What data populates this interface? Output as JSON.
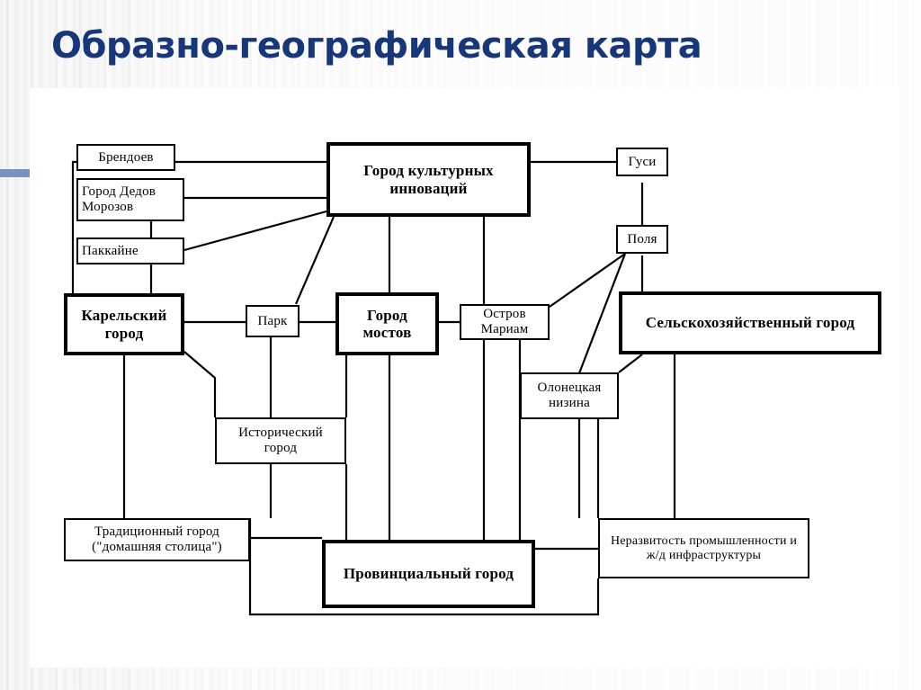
{
  "slide": {
    "title": "Образно-географическая карта",
    "title_color": "#17377a",
    "accent_color": "#7893c0"
  },
  "diagram": {
    "type": "node-link concept map",
    "nodes": [
      {
        "id": "brendoev",
        "label": "Брендоев",
        "emphasis": "normal"
      },
      {
        "id": "ded-moroz-city",
        "label": "Город Дедов Морозов",
        "emphasis": "normal"
      },
      {
        "id": "pakkaine",
        "label": "Паккайне",
        "emphasis": "normal"
      },
      {
        "id": "cultural-city",
        "label": "Город культурных инноваций",
        "emphasis": "strong"
      },
      {
        "id": "geese",
        "label": "Гуси",
        "emphasis": "normal"
      },
      {
        "id": "fields",
        "label": "Поля",
        "emphasis": "normal"
      },
      {
        "id": "karelian-city",
        "label": "Карельский город",
        "emphasis": "strong"
      },
      {
        "id": "park",
        "label": "Парк",
        "emphasis": "normal"
      },
      {
        "id": "bridges-city",
        "label": "Город мостов",
        "emphasis": "strong"
      },
      {
        "id": "mariam-island",
        "label": "Остров Мариам",
        "emphasis": "normal"
      },
      {
        "id": "agricultural-city",
        "label": "Сельскохозяйственный город",
        "emphasis": "strong"
      },
      {
        "id": "olonets-lowland",
        "label": "Олонецкая низина",
        "emphasis": "normal"
      },
      {
        "id": "historic-city",
        "label": "Исторический город",
        "emphasis": "normal"
      },
      {
        "id": "traditional-city",
        "label": "Традиционный город (\"домашняя столица\")",
        "emphasis": "normal"
      },
      {
        "id": "provincial-city",
        "label": "Провинциальный город",
        "emphasis": "strong"
      },
      {
        "id": "underdevelopment",
        "label": "Неразвитость промышленности и ж/д инфраструктуры",
        "emphasis": "normal"
      }
    ],
    "edges": [
      {
        "from": "brendoev",
        "to": "cultural-city"
      },
      {
        "from": "ded-moroz-city",
        "to": "cultural-city"
      },
      {
        "from": "ded-moroz-city",
        "to": "pakkaine"
      },
      {
        "from": "pakkaine",
        "to": "cultural-city"
      },
      {
        "from": "brendoev",
        "to": "karelian-city"
      },
      {
        "from": "pakkaine",
        "to": "karelian-city"
      },
      {
        "from": "cultural-city",
        "to": "geese"
      },
      {
        "from": "geese",
        "to": "fields"
      },
      {
        "from": "fields",
        "to": "agricultural-city"
      },
      {
        "from": "fields",
        "to": "mariam-island"
      },
      {
        "from": "fields",
        "to": "olonets-lowland"
      },
      {
        "from": "cultural-city",
        "to": "park"
      },
      {
        "from": "cultural-city",
        "to": "bridges-city"
      },
      {
        "from": "cultural-city",
        "to": "mariam-island"
      },
      {
        "from": "karelian-city",
        "to": "park"
      },
      {
        "from": "park",
        "to": "bridges-city"
      },
      {
        "from": "bridges-city",
        "to": "mariam-island"
      },
      {
        "from": "karelian-city",
        "to": "historic-city"
      },
      {
        "from": "karelian-city",
        "to": "traditional-city"
      },
      {
        "from": "park",
        "to": "historic-city"
      },
      {
        "from": "bridges-city",
        "to": "historic-city"
      },
      {
        "from": "historic-city",
        "to": "traditional-city"
      },
      {
        "from": "historic-city",
        "to": "provincial-city"
      },
      {
        "from": "bridges-city",
        "to": "provincial-city"
      },
      {
        "from": "mariam-island",
        "to": "provincial-city"
      },
      {
        "from": "traditional-city",
        "to": "provincial-city"
      },
      {
        "from": "traditional-city",
        "to": "underdevelopment"
      },
      {
        "from": "agricultural-city",
        "to": "underdevelopment"
      },
      {
        "from": "olonets-lowland",
        "to": "underdevelopment"
      },
      {
        "from": "olonets-lowland",
        "to": "provincial-city"
      },
      {
        "from": "provincial-city",
        "to": "underdevelopment"
      }
    ]
  }
}
